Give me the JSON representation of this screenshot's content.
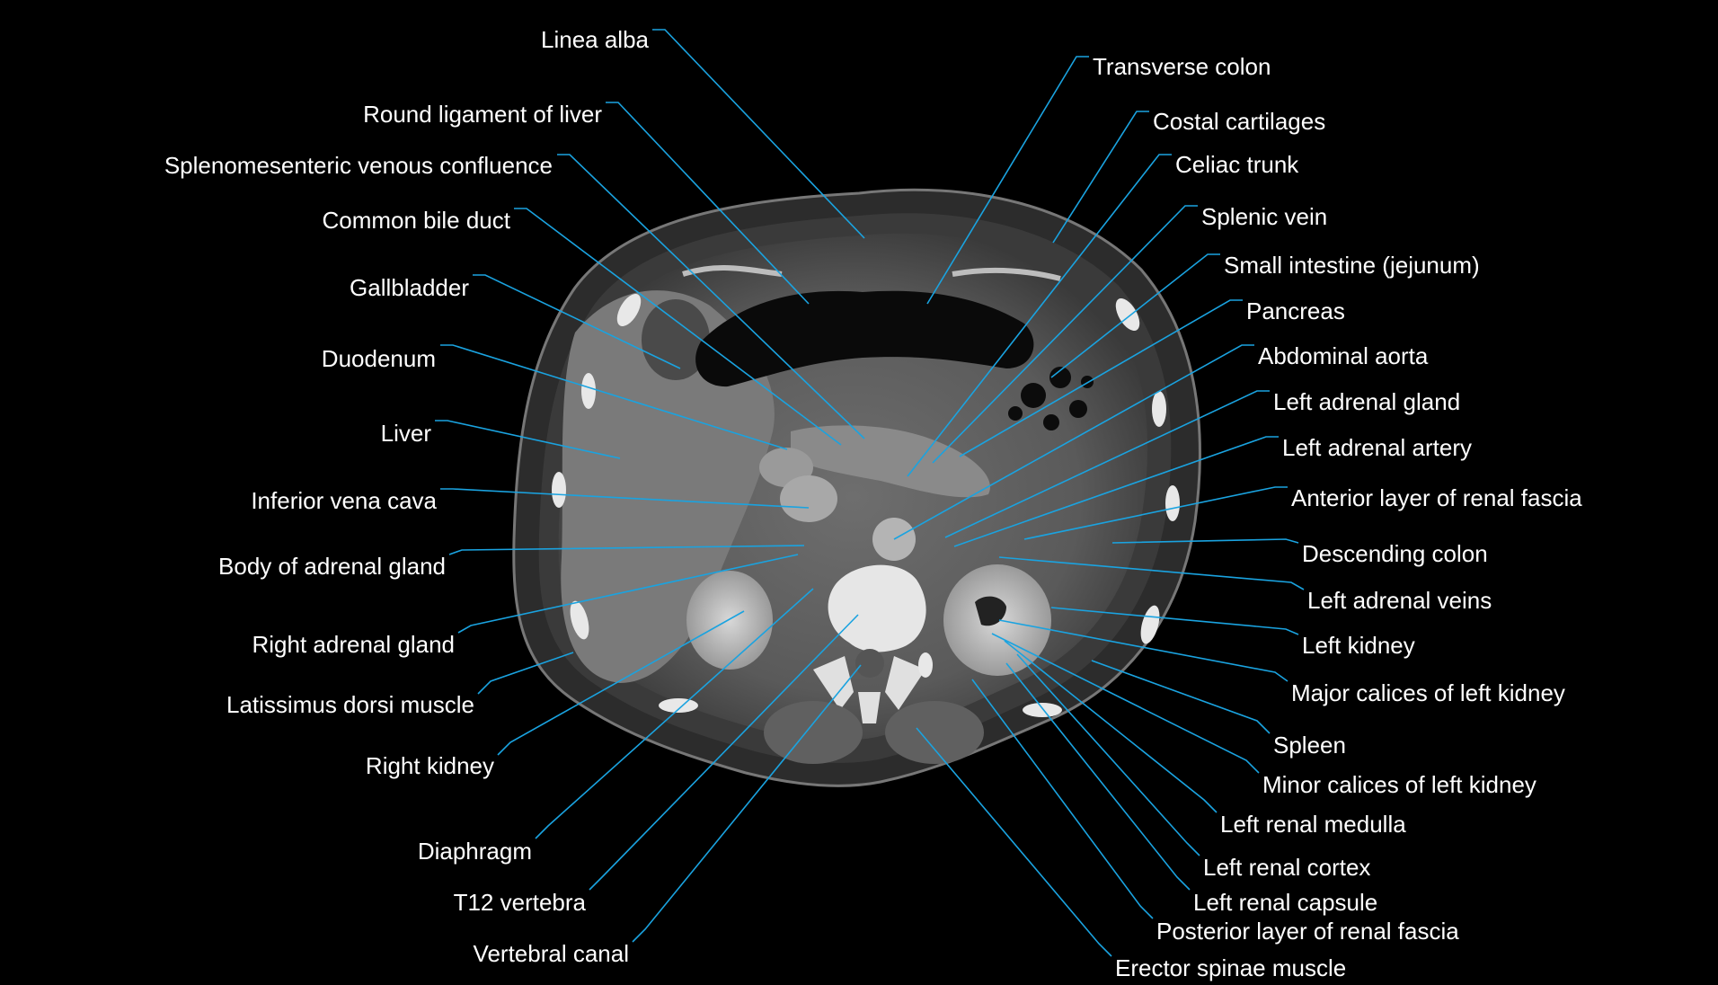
{
  "figure": {
    "description_none": "",
    "leader_color": "#1aa3e0",
    "label_color": "#ffffff",
    "background": "#000000"
  },
  "labels": {
    "left": [
      "Linea alba",
      "Round ligament of liver",
      "Splenomesenteric venous confluence",
      "Common bile duct",
      "Gallbladder",
      "Duodenum",
      "Liver",
      "Inferior vena cava",
      "Body of adrenal gland",
      "Right adrenal gland",
      "Latissimus dorsi muscle",
      "Right kidney",
      "Diaphragm",
      "T12 vertebra",
      "Vertebral canal"
    ],
    "right": [
      "Transverse colon",
      "Costal cartilages",
      "Celiac trunk",
      "Splenic vein",
      "Small intestine (jejunum)",
      "Pancreas",
      "Abdominal aorta",
      "Left adrenal gland",
      "Left adrenal artery",
      "Anterior layer of renal fascia",
      "Descending colon",
      "Left adrenal veins",
      "Left kidney",
      "Major calices of left kidney",
      "Spleen",
      "Minor calices of left kidney",
      "Left renal medulla",
      "Left renal cortex",
      "Left renal capsule",
      "Posterior layer of renal fascia",
      "Erector spinae muscle"
    ]
  }
}
